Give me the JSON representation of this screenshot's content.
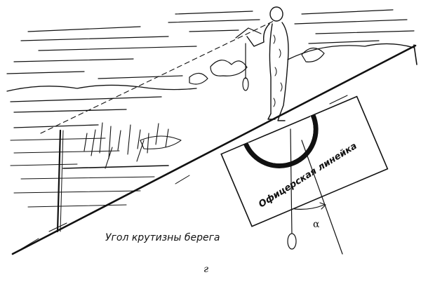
{
  "illustration": {
    "ruler_label": "Офицерская линейка",
    "angle_symbol": "α",
    "caption": "Угол крутизны берега",
    "sub_label": "г"
  },
  "colors": {
    "ink": "#111111",
    "paper": "#ffffff"
  }
}
